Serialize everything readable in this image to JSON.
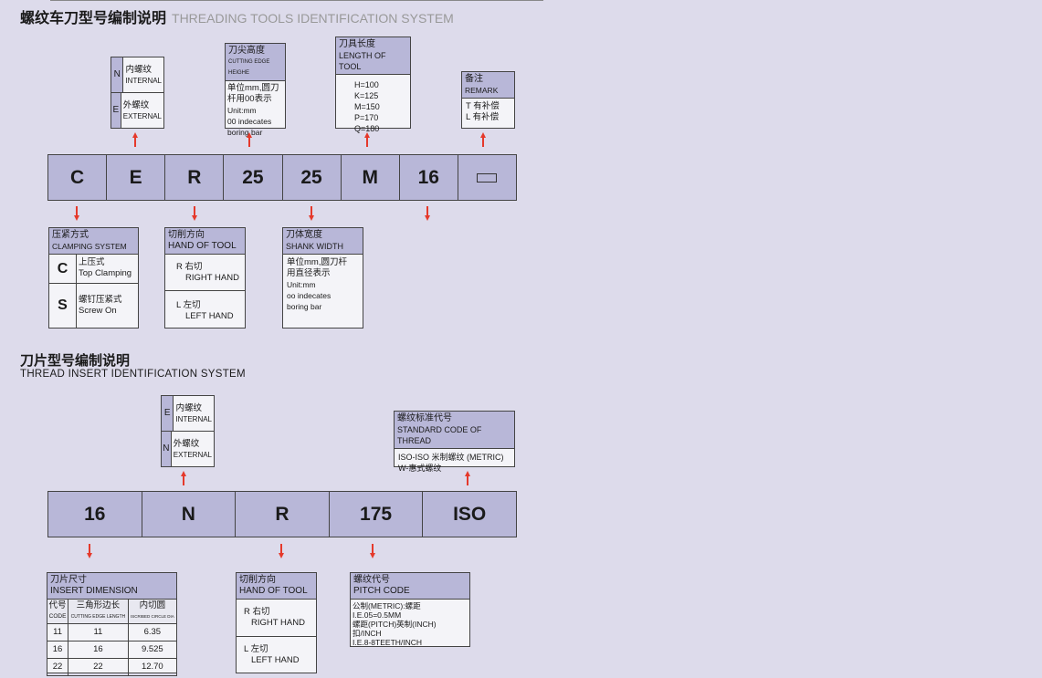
{
  "section1": {
    "title_cn": "螺纹车刀型号编制说明",
    "title_en": "THREADING TOOLS IDENTIFICATION SYSTEM",
    "codes": [
      "C",
      "E",
      "R",
      "25",
      "25",
      "M",
      "16"
    ],
    "type": {
      "rows": [
        {
          "code": "N",
          "cn": "内螺纹",
          "en": "INTERNAL"
        },
        {
          "code": "E",
          "cn": "外螺纹",
          "en": "EXTERNAL"
        }
      ]
    },
    "height": {
      "cn": "刀尖高度",
      "en": "CUTTING EDGE HEIGHE",
      "lines": [
        "单位mm,圆刀",
        "杆用00表示",
        "Unit:mm",
        "00 indecates",
        "boring bar"
      ]
    },
    "length": {
      "cn": "刀具长度",
      "en": "LENGTH OF TOOL",
      "lines": [
        "H=100",
        "K=125",
        "M=150",
        "P=170",
        "Q=180"
      ]
    },
    "remark": {
      "cn": "备注",
      "en": "REMARK",
      "lines": [
        "T 有补偿",
        "L 有补偿"
      ]
    },
    "clamping": {
      "cn": "压紧方式",
      "en": "CLAMPING SYSTEM",
      "rows": [
        {
          "code": "C",
          "cn": "上压式",
          "en": "Top Clamping"
        },
        {
          "code": "S",
          "cn": "螺钉压紧式",
          "en": "Screw On"
        }
      ]
    },
    "hand": {
      "cn": "切削方向",
      "en": "HAND OF TOOL",
      "rows": [
        {
          "cn": "R 右切",
          "en": "RIGHT HAND"
        },
        {
          "cn": "L 左切",
          "en": "LEFT HAND"
        }
      ]
    },
    "shank": {
      "cn": "刀体宽度",
      "en": "SHANK  WIDTH",
      "lines": [
        "单位mm,圆刀杆",
        "用直径表示",
        "Unit:mm",
        "oo indecates",
        "boring bar"
      ]
    }
  },
  "section2": {
    "title_cn": "刀片型号编制说明",
    "title_en": "THREAD  INSERT  IDENTIFICATION SYSTEM",
    "codes": [
      "16",
      "N",
      "R",
      "175",
      "ISO"
    ],
    "type": {
      "rows": [
        {
          "code": "E",
          "cn": "内螺纹",
          "en": "INTERNAL"
        },
        {
          "code": "N",
          "cn": "外螺纹",
          "en": "EXTERNAL"
        }
      ]
    },
    "standard": {
      "cn": "螺纹标准代号",
      "en": "STANDARD CODE OF THREAD",
      "lines": [
        "ISO-ISO 米制螺纹 (METRIC)",
        "W-惠式螺纹"
      ]
    },
    "insert": {
      "cn": "刀片尺寸",
      "en": "INSERT DIMENSION",
      "headers": [
        [
          "代号",
          "CODE"
        ],
        [
          "三角形边长",
          "CUTTING EDGE LENGTH"
        ],
        [
          "内切圆",
          "ISCRIBED CIRCLE DIA"
        ]
      ],
      "rows": [
        [
          "11",
          "11",
          "6.35"
        ],
        [
          "16",
          "16",
          "9.525"
        ],
        [
          "22",
          "22",
          "12.70"
        ]
      ]
    },
    "hand": {
      "cn": "切削方向",
      "en": "HAND OF TOOL",
      "rows": [
        {
          "cn": "R 右切",
          "en": "RIGHT HAND"
        },
        {
          "cn": "L 左切",
          "en": "LEFT HAND"
        }
      ]
    },
    "pitch": {
      "cn": "螺纹代号",
      "en": "PITCH CODE",
      "lines": [
        "公制(METRIC):螺距",
        "I.E.05=0.5MM",
        "螺距(PITCH)英制(INCH)",
        "扣/INCH",
        "I.E.8-8TEETH/INCH"
      ]
    }
  }
}
